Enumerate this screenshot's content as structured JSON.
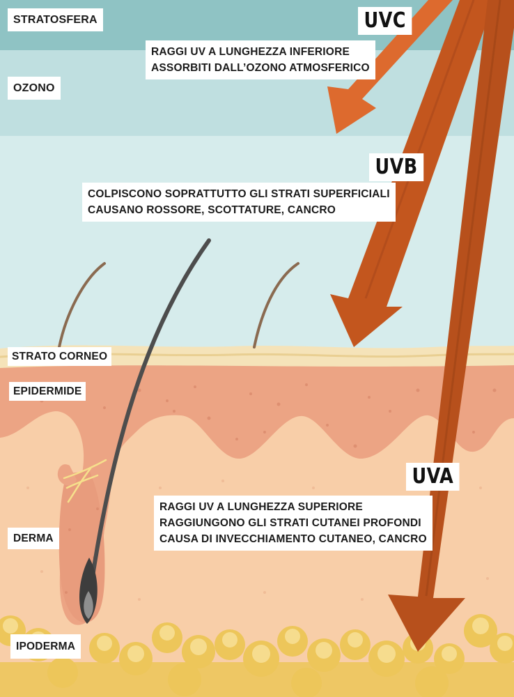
{
  "layers": {
    "stratosfera": "STRATOSFERA",
    "ozono": "OZONO",
    "strato_corneo": "STRATO CORNEO",
    "epidermide": "EPIDERMIDE",
    "derma": "DERMA",
    "ipoderma": "IPODERMA"
  },
  "rays": {
    "uvc": {
      "label": "UVC",
      "description": [
        "RAGGI UV A LUNGHEZZA INFERIORE",
        "ASSORBITI DALL’OZONO ATMOSFERICO"
      ]
    },
    "uvb": {
      "label": "UVB",
      "description": [
        "COLPISCONO SOPRATTUTTO GLI STRATI SUPERFICIALI",
        "CAUSANO ROSSORE, SCOTTATURE, CANCRO"
      ]
    },
    "uva": {
      "label": "UVA",
      "description": [
        "RAGGI UV A LUNGHEZZA SUPERIORE",
        "RAGGIUNGONO GLI STRATI CUTANEI PROFONDI",
        "CAUSA DI INVECCHIAMENTO CUTANEO, CANCRO"
      ]
    }
  },
  "colors": {
    "stratosphere": "#8fc3c4",
    "ozone": "#bfdfe0",
    "sky": "#d6ecec",
    "stratum_corneum": "#f5e3b9",
    "epidermis": "#eca484",
    "dermis": "#f8cea8",
    "fat": "#edc65a",
    "ray_uvc": "#dd6a2e",
    "ray_uvb": "#c3561e",
    "ray_uva": "#b7501c",
    "hair": "#4d4d4d"
  }
}
